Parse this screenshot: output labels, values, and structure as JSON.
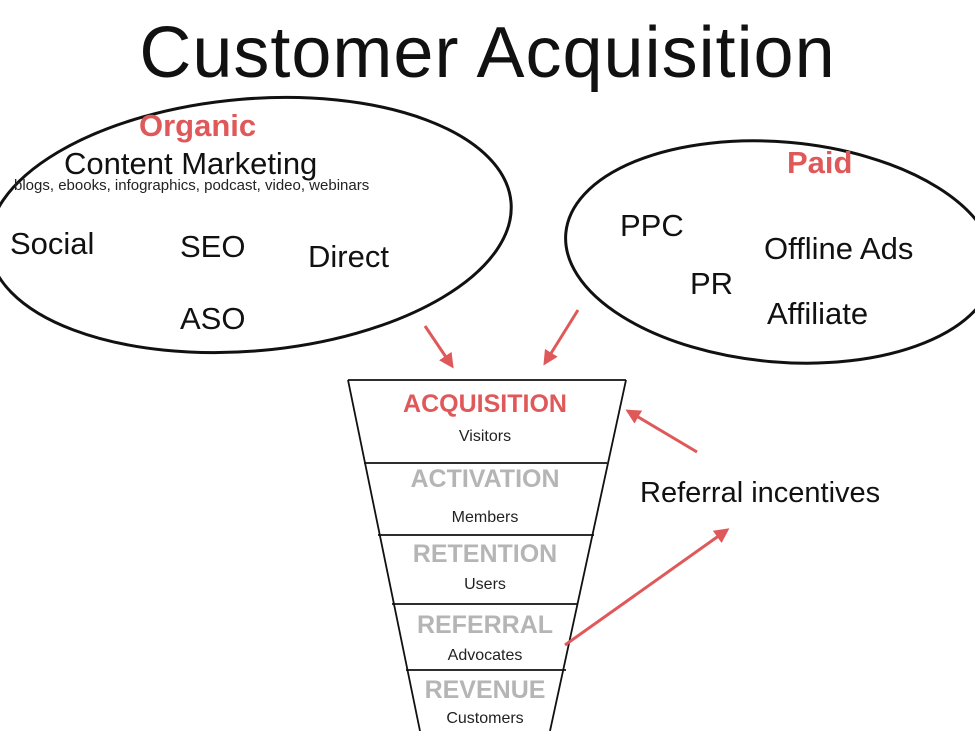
{
  "title": "Customer Acquisition",
  "organic": {
    "heading": "Organic",
    "content_marketing": "Content Marketing",
    "content_examples": "blogs, ebooks, infographics, podcast, video, webinars",
    "channels": [
      "Social",
      "SEO",
      "Direct",
      "ASO"
    ]
  },
  "paid": {
    "heading": "Paid",
    "channels": [
      "PPC",
      "Offline Ads",
      "PR",
      "Affiliate"
    ]
  },
  "funnel": [
    {
      "stage": "ACQUISITION",
      "audience": "Visitors"
    },
    {
      "stage": "ACTIVATION",
      "audience": "Members"
    },
    {
      "stage": "RETENTION",
      "audience": "Users"
    },
    {
      "stage": "REFERRAL",
      "audience": "Advocates"
    },
    {
      "stage": "REVENUE",
      "audience": "Customers"
    }
  ],
  "referral_note": "Referral incentives",
  "colors": {
    "accent": "#e0595a",
    "inactive": "#b5b5b5",
    "ink": "#111111"
  }
}
